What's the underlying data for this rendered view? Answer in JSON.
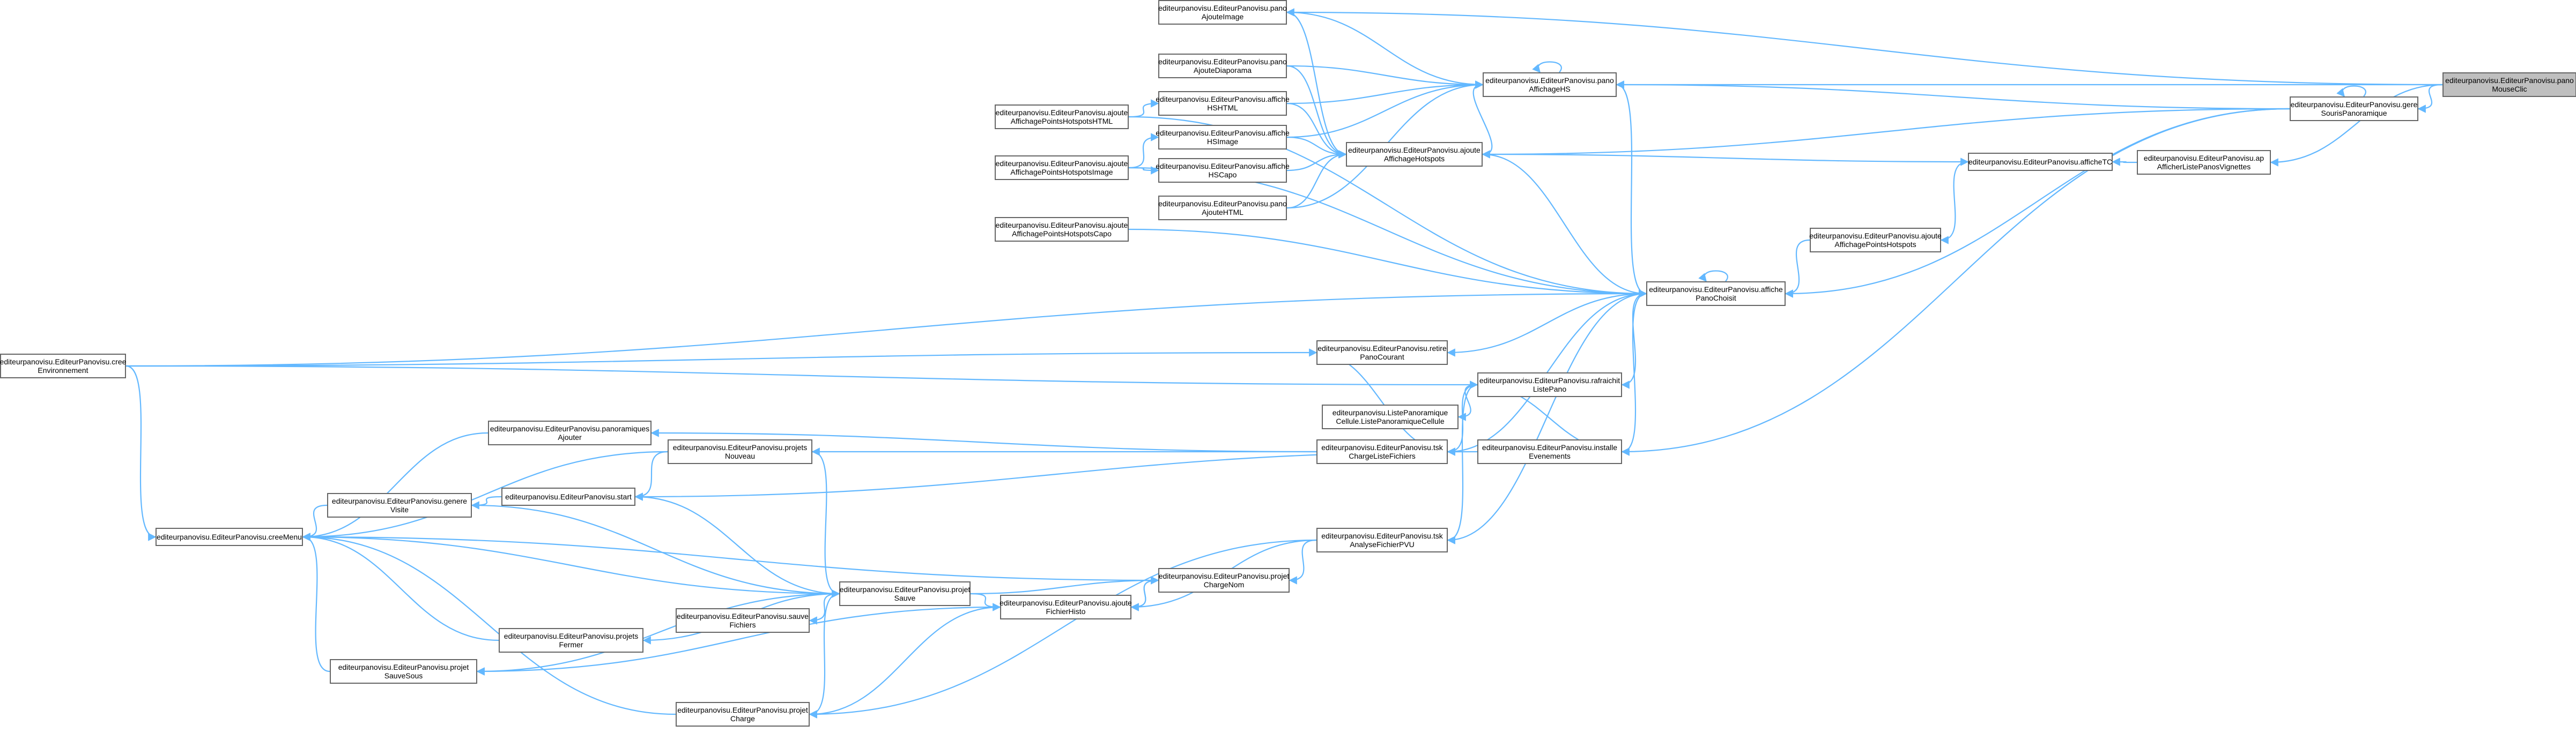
{
  "colors": {
    "edge": "#63b8ff",
    "node_border": "#666666",
    "node_fill": "#ffffff",
    "highlight_fill": "#bfbfbf"
  },
  "nodes": [
    {
      "id": "target",
      "lines": [
        "editeurpanovisu.EditeurPanovisu.pano",
        "MouseClic"
      ],
      "highlight": true
    },
    {
      "id": "gere",
      "lines": [
        "editeurpanovisu.EditeurPanovisu.gere",
        "SourisPanoramique"
      ]
    },
    {
      "id": "afficherVig",
      "lines": [
        "editeurpanovisu.EditeurPanovisu.ap",
        "AfficherListePanosVignettes"
      ]
    },
    {
      "id": "afficheTC",
      "lines": [
        "editeurpanovisu.EditeurPanovisu.afficheTC"
      ]
    },
    {
      "id": "ajouteAffPH",
      "lines": [
        "editeurpanovisu.EditeurPanovisu.ajoute",
        "AffichagePointsHotspots"
      ]
    },
    {
      "id": "affichePano",
      "lines": [
        "editeurpanovisu.EditeurPanovisu.affiche",
        "PanoChoisit"
      ]
    },
    {
      "id": "panoAffHS",
      "lines": [
        "editeurpanovisu.EditeurPanovisu.pano",
        "AffichageHS"
      ]
    },
    {
      "id": "ajouteAffHS",
      "lines": [
        "editeurpanovisu.EditeurPanovisu.ajoute",
        "AffichageHotspots"
      ]
    },
    {
      "id": "panoAjImage",
      "lines": [
        "editeurpanovisu.EditeurPanovisu.pano",
        "AjouteImage"
      ]
    },
    {
      "id": "panoAjDiapo",
      "lines": [
        "editeurpanovisu.EditeurPanovisu.pano",
        "AjouteDiaporama"
      ]
    },
    {
      "id": "afficheHSHTML",
      "lines": [
        "editeurpanovisu.EditeurPanovisu.affiche",
        "HSHTML"
      ]
    },
    {
      "id": "afficheHSImage",
      "lines": [
        "editeurpanovisu.EditeurPanovisu.affiche",
        "HSImage"
      ]
    },
    {
      "id": "afficheHSCapo",
      "lines": [
        "editeurpanovisu.EditeurPanovisu.affiche",
        "HSCapo"
      ]
    },
    {
      "id": "panoAjHTML",
      "lines": [
        "editeurpanovisu.EditeurPanovisu.pano",
        "AjouteHTML"
      ]
    },
    {
      "id": "ajPtsHTML",
      "lines": [
        "editeurpanovisu.EditeurPanovisu.ajoute",
        "AffichagePointsHotspotsHTML"
      ]
    },
    {
      "id": "ajPtsImage",
      "lines": [
        "editeurpanovisu.EditeurPanovisu.ajoute",
        "AffichagePointsHotspotsImage"
      ]
    },
    {
      "id": "ajPtsCapo",
      "lines": [
        "editeurpanovisu.EditeurPanovisu.ajoute",
        "AffichagePointsHotspotsCapo"
      ]
    },
    {
      "id": "creeEnv",
      "lines": [
        "editeurpanovisu.EditeurPanovisu.cree",
        "Environnement"
      ]
    },
    {
      "id": "retire",
      "lines": [
        "editeurpanovisu.EditeurPanovisu.retire",
        "PanoCourant"
      ]
    },
    {
      "id": "rafraichit",
      "lines": [
        "editeurpanovisu.EditeurPanovisu.rafraichit",
        "ListePano"
      ]
    },
    {
      "id": "listePanoCell",
      "lines": [
        "editeurpanovisu.ListePanoramique",
        "Cellule.ListePanoramiqueCellule"
      ]
    },
    {
      "id": "tskCharge",
      "lines": [
        "editeurpanovisu.EditeurPanovisu.tsk",
        "ChargeListeFichiers"
      ]
    },
    {
      "id": "installe",
      "lines": [
        "editeurpanovisu.EditeurPanovisu.installe",
        "Evenements"
      ]
    },
    {
      "id": "panoramiques",
      "lines": [
        "editeurpanovisu.EditeurPanovisu.panoramiques",
        "Ajouter"
      ]
    },
    {
      "id": "projetsNouveau",
      "lines": [
        "editeurpanovisu.EditeurPanovisu.projets",
        "Nouveau"
      ]
    },
    {
      "id": "start",
      "lines": [
        "editeurpanovisu.EditeurPanovisu.start"
      ]
    },
    {
      "id": "genereVisite",
      "lines": [
        "editeurpanovisu.EditeurPanovisu.genere",
        "Visite"
      ]
    },
    {
      "id": "creeMenu",
      "lines": [
        "editeurpanovisu.EditeurPanovisu.creeMenu"
      ]
    },
    {
      "id": "tskAnalyse",
      "lines": [
        "editeurpanovisu.EditeurPanovisu.tsk",
        "AnalyseFichierPVU"
      ]
    },
    {
      "id": "projetChargeNom",
      "lines": [
        "editeurpanovisu.EditeurPanovisu.projet",
        "ChargeNom"
      ]
    },
    {
      "id": "projetSauve",
      "lines": [
        "editeurpanovisu.EditeurPanovisu.projet",
        "Sauve"
      ]
    },
    {
      "id": "sauveFichiers",
      "lines": [
        "editeurpanovisu.EditeurPanovisu.sauve",
        "Fichiers"
      ]
    },
    {
      "id": "ajouteFichHisto",
      "lines": [
        "editeurpanovisu.EditeurPanovisu.ajoute",
        "FichierHisto"
      ]
    },
    {
      "id": "projetsFermer",
      "lines": [
        "editeurpanovisu.EditeurPanovisu.projets",
        "Fermer"
      ]
    },
    {
      "id": "projetSauveSous",
      "lines": [
        "editeurpanovisu.EditeurPanovisu.projet",
        "SauveSous"
      ]
    },
    {
      "id": "projetCharge",
      "lines": [
        "editeurpanovisu.EditeurPanovisu.projet",
        "Charge"
      ]
    }
  ],
  "edges": [
    [
      "gere",
      "target"
    ],
    [
      "afficherVig",
      "target"
    ],
    [
      "panoAffHS",
      "target"
    ],
    [
      "panoAjImage",
      "target"
    ],
    [
      "gere",
      "gere"
    ],
    [
      "affichePano",
      "gere"
    ],
    [
      "ajouteAffHS",
      "gere"
    ],
    [
      "panoAffHS",
      "gere"
    ],
    [
      "installe",
      "gere"
    ],
    [
      "afficheTC",
      "afficherVig"
    ],
    [
      "ajouteAffPH",
      "afficheTC"
    ],
    [
      "affichePano",
      "ajouteAffPH"
    ],
    [
      "affichePano",
      "affichePano"
    ],
    [
      "afficheTC",
      "ajouteAffHS"
    ],
    [
      "affichePano",
      "ajouteAffHS"
    ],
    [
      "panoAffHS",
      "panoAffHS"
    ],
    [
      "ajouteAffHS",
      "panoAffHS"
    ],
    [
      "affichePano",
      "panoAffHS"
    ],
    [
      "afficheHSHTML",
      "ajPtsHTML"
    ],
    [
      "afficheHSImage",
      "ajPtsImage"
    ],
    [
      "afficheHSCapo",
      "ajPtsImage"
    ],
    [
      "panoAffHS",
      "panoAjImage"
    ],
    [
      "panoAffHS",
      "panoAjDiapo"
    ],
    [
      "panoAffHS",
      "afficheHSHTML"
    ],
    [
      "panoAffHS",
      "afficheHSImage"
    ],
    [
      "panoAffHS",
      "panoAjHTML"
    ],
    [
      "ajouteAffHS",
      "panoAjImage"
    ],
    [
      "ajouteAffHS",
      "panoAjDiapo"
    ],
    [
      "ajouteAffHS",
      "afficheHSHTML"
    ],
    [
      "ajouteAffHS",
      "afficheHSImage"
    ],
    [
      "ajouteAffHS",
      "afficheHSCapo"
    ],
    [
      "ajouteAffHS",
      "panoAjHTML"
    ],
    [
      "affichePano",
      "ajPtsHTML"
    ],
    [
      "affichePano",
      "ajPtsImage"
    ],
    [
      "affichePano",
      "ajPtsCapo"
    ],
    [
      "affichePano",
      "creeEnv"
    ],
    [
      "retire",
      "creeEnv"
    ],
    [
      "rafraichit",
      "creeEnv"
    ],
    [
      "creeMenu",
      "creeEnv"
    ],
    [
      "retire",
      "affichePano"
    ],
    [
      "rafraichit",
      "affichePano"
    ],
    [
      "tskCharge",
      "affichePano"
    ],
    [
      "installe",
      "affichePano"
    ],
    [
      "tskAnalyse",
      "affichePano"
    ],
    [
      "listePanoCell",
      "rafraichit"
    ],
    [
      "tskCharge",
      "rafraichit"
    ],
    [
      "installe",
      "rafraichit"
    ],
    [
      "tskAnalyse",
      "rafraichit"
    ],
    [
      "tskCharge",
      "retire"
    ],
    [
      "panoramiques",
      "tskCharge"
    ],
    [
      "projetsNouveau",
      "tskCharge"
    ],
    [
      "start",
      "installe"
    ],
    [
      "start",
      "projetsNouveau"
    ],
    [
      "creeMenu",
      "panoramiques"
    ],
    [
      "creeMenu",
      "projetsNouveau"
    ],
    [
      "creeMenu",
      "genereVisite"
    ],
    [
      "genereVisite",
      "start"
    ],
    [
      "projetSauve",
      "genereVisite"
    ],
    [
      "projetSauve",
      "projetsNouveau"
    ],
    [
      "projetSauve",
      "start"
    ],
    [
      "projetSauve",
      "creeMenu"
    ],
    [
      "ajouteFichHisto",
      "tskAnalyse"
    ],
    [
      "projetChargeNom",
      "tskAnalyse"
    ],
    [
      "projetCharge",
      "tskAnalyse"
    ],
    [
      "projetChargeNom",
      "ajouteFichHisto"
    ],
    [
      "ajouteFichHisto",
      "projetChargeNom"
    ],
    [
      "projetChargeNom",
      "projetSauve"
    ],
    [
      "ajouteFichHisto",
      "projetSauve"
    ],
    [
      "creeMenu",
      "projetChargeNom"
    ],
    [
      "sauveFichiers",
      "projetSauve"
    ],
    [
      "projetsFermer",
      "projetSauve"
    ],
    [
      "projetSauveSous",
      "projetSauve"
    ],
    [
      "projetCharge",
      "projetSauve"
    ],
    [
      "projetSauveSous",
      "ajouteFichHisto"
    ],
    [
      "projetCharge",
      "ajouteFichHisto"
    ],
    [
      "creeMenu",
      "projetsFermer"
    ],
    [
      "creeMenu",
      "projetSauveSous"
    ],
    [
      "creeMenu",
      "projetCharge"
    ]
  ]
}
